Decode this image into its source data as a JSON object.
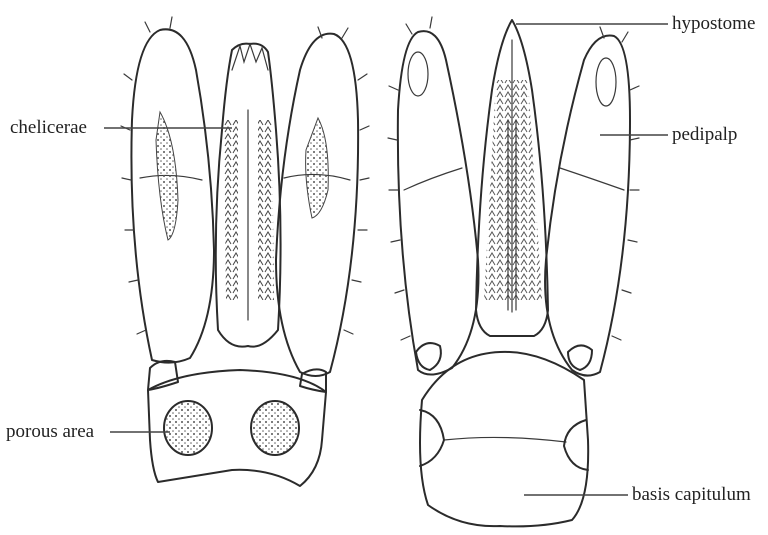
{
  "labels": {
    "chelicerae": "chelicerae",
    "porous_area": "porous area",
    "hypostome": "hypostome",
    "pedipalp": "pedipalp",
    "basis_capitulum": "basis capitulum"
  },
  "colors": {
    "ink": "#2b2b2b",
    "background": "#ffffff",
    "text": "#222222"
  }
}
